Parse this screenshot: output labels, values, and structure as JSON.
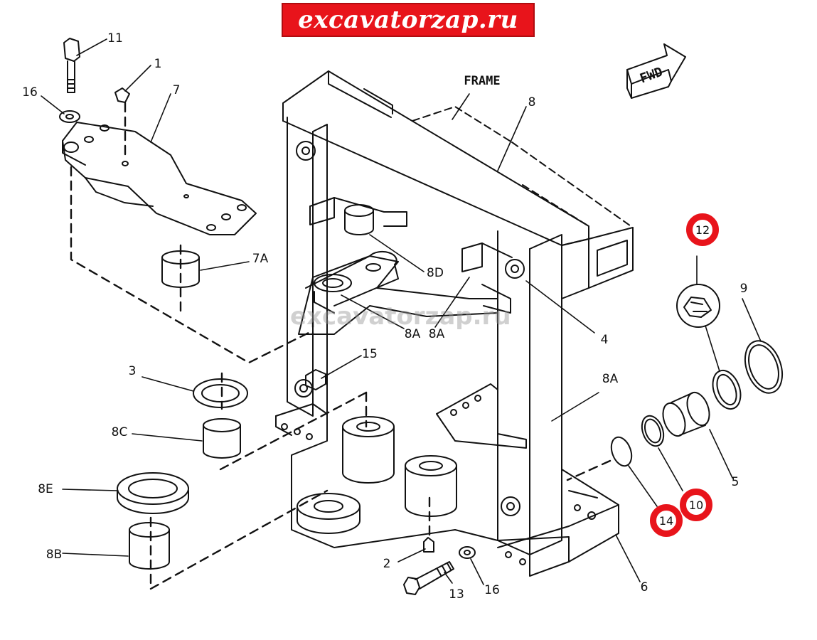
{
  "banner": {
    "text": "excavatorzap.ru"
  },
  "watermark": {
    "text": "excavatorzap.ru"
  },
  "colors": {
    "highlight": "#e8141b",
    "line": "#111111",
    "banner_text": "#ffffff"
  },
  "labels": {
    "frame": "FRAME",
    "fwd": "FWD",
    "p1": "1",
    "p2": "2",
    "p3": "3",
    "p4": "4",
    "p5": "5",
    "p6": "6",
    "p7": "7",
    "p7a": "7A",
    "p8": "8",
    "p8a_1": "8A",
    "p8a_2": "8A",
    "p8a_3": "8A",
    "p8b": "8B",
    "p8c": "8C",
    "p8d": "8D",
    "p8e": "8E",
    "p9": "9",
    "p11": "11",
    "p13": "13",
    "p15": "15",
    "p16_1": "16",
    "p16_2": "16"
  },
  "highlighted": {
    "p10": "10",
    "p12": "12",
    "p14": "14"
  }
}
